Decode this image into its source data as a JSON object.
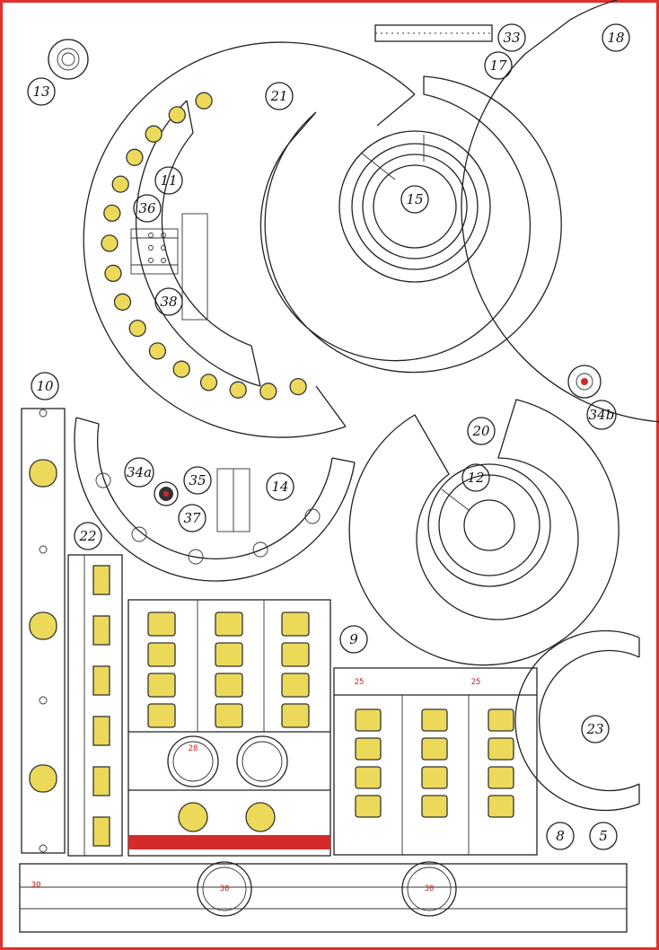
{
  "colors": {
    "border": "#e03030",
    "paper": "#ffffff",
    "ink": "#222222",
    "yellow": "#ecd95a",
    "red": "#d42a2a"
  },
  "part_labels": {
    "p13": "13",
    "p21": "21",
    "p11": "11",
    "p36": "36",
    "p38": "38",
    "p15": "15",
    "p33": "33",
    "p17": "17",
    "p18": "18",
    "p10": "10",
    "p34a": "34a",
    "p35": "35",
    "p37": "37",
    "p14": "14",
    "p34b": "34b",
    "p20": "20",
    "p12": "12",
    "p22": "22",
    "p9": "9",
    "p23": "23",
    "p8": "8",
    "p5": "5"
  },
  "printed_numbers": {
    "panel9_window": "28",
    "panel8_left": "25",
    "panel8_right": "25",
    "strip5_left": "30",
    "strip5_mid": "30",
    "strip5_right": "30"
  }
}
